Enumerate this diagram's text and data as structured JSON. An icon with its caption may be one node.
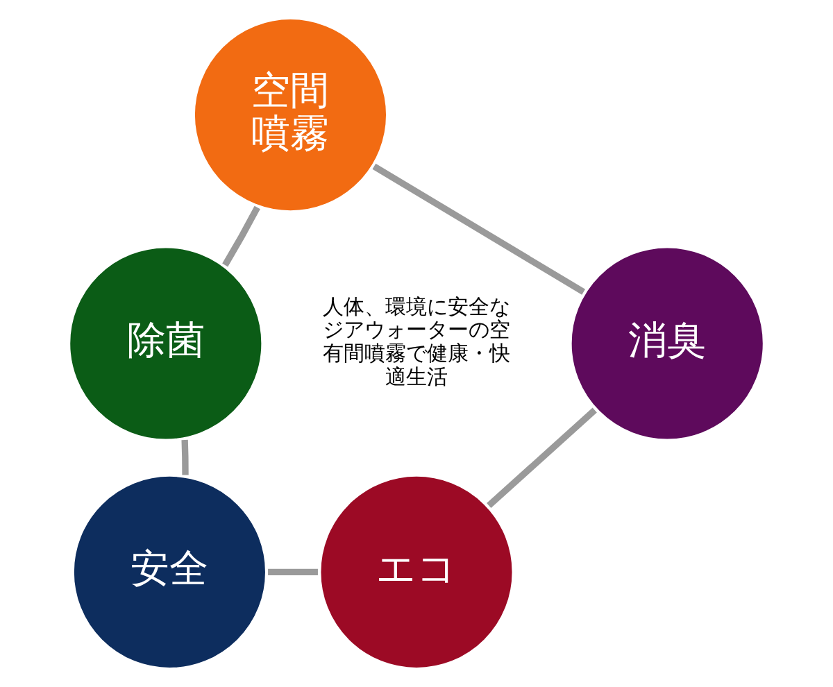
{
  "diagram": {
    "nodes": [
      {
        "text": [
          "空間噴霧"
        ]
      },
      {
        "text": [
          "消臭"
        ]
      },
      {
        "text": [
          "エコ"
        ]
      },
      {
        "text": [
          "安全"
        ]
      },
      {
        "text": [
          "除菌"
        ]
      }
    ],
    "edges": [
      {
        "from": 0,
        "to": 1,
        "arrow": "none"
      },
      {
        "from": 1,
        "to": 2,
        "arrow": "none"
      },
      {
        "from": 2,
        "to": 3,
        "arrow": "none"
      },
      {
        "from": 3,
        "to": 4,
        "arrow": "none"
      },
      {
        "from": 4,
        "to": 0,
        "arrow": "none"
      }
    ],
    "labels": [
      "人体、環境に安全なジアウォーターの空有間噴霧で健康・快適生活"
    ]
  }
}
